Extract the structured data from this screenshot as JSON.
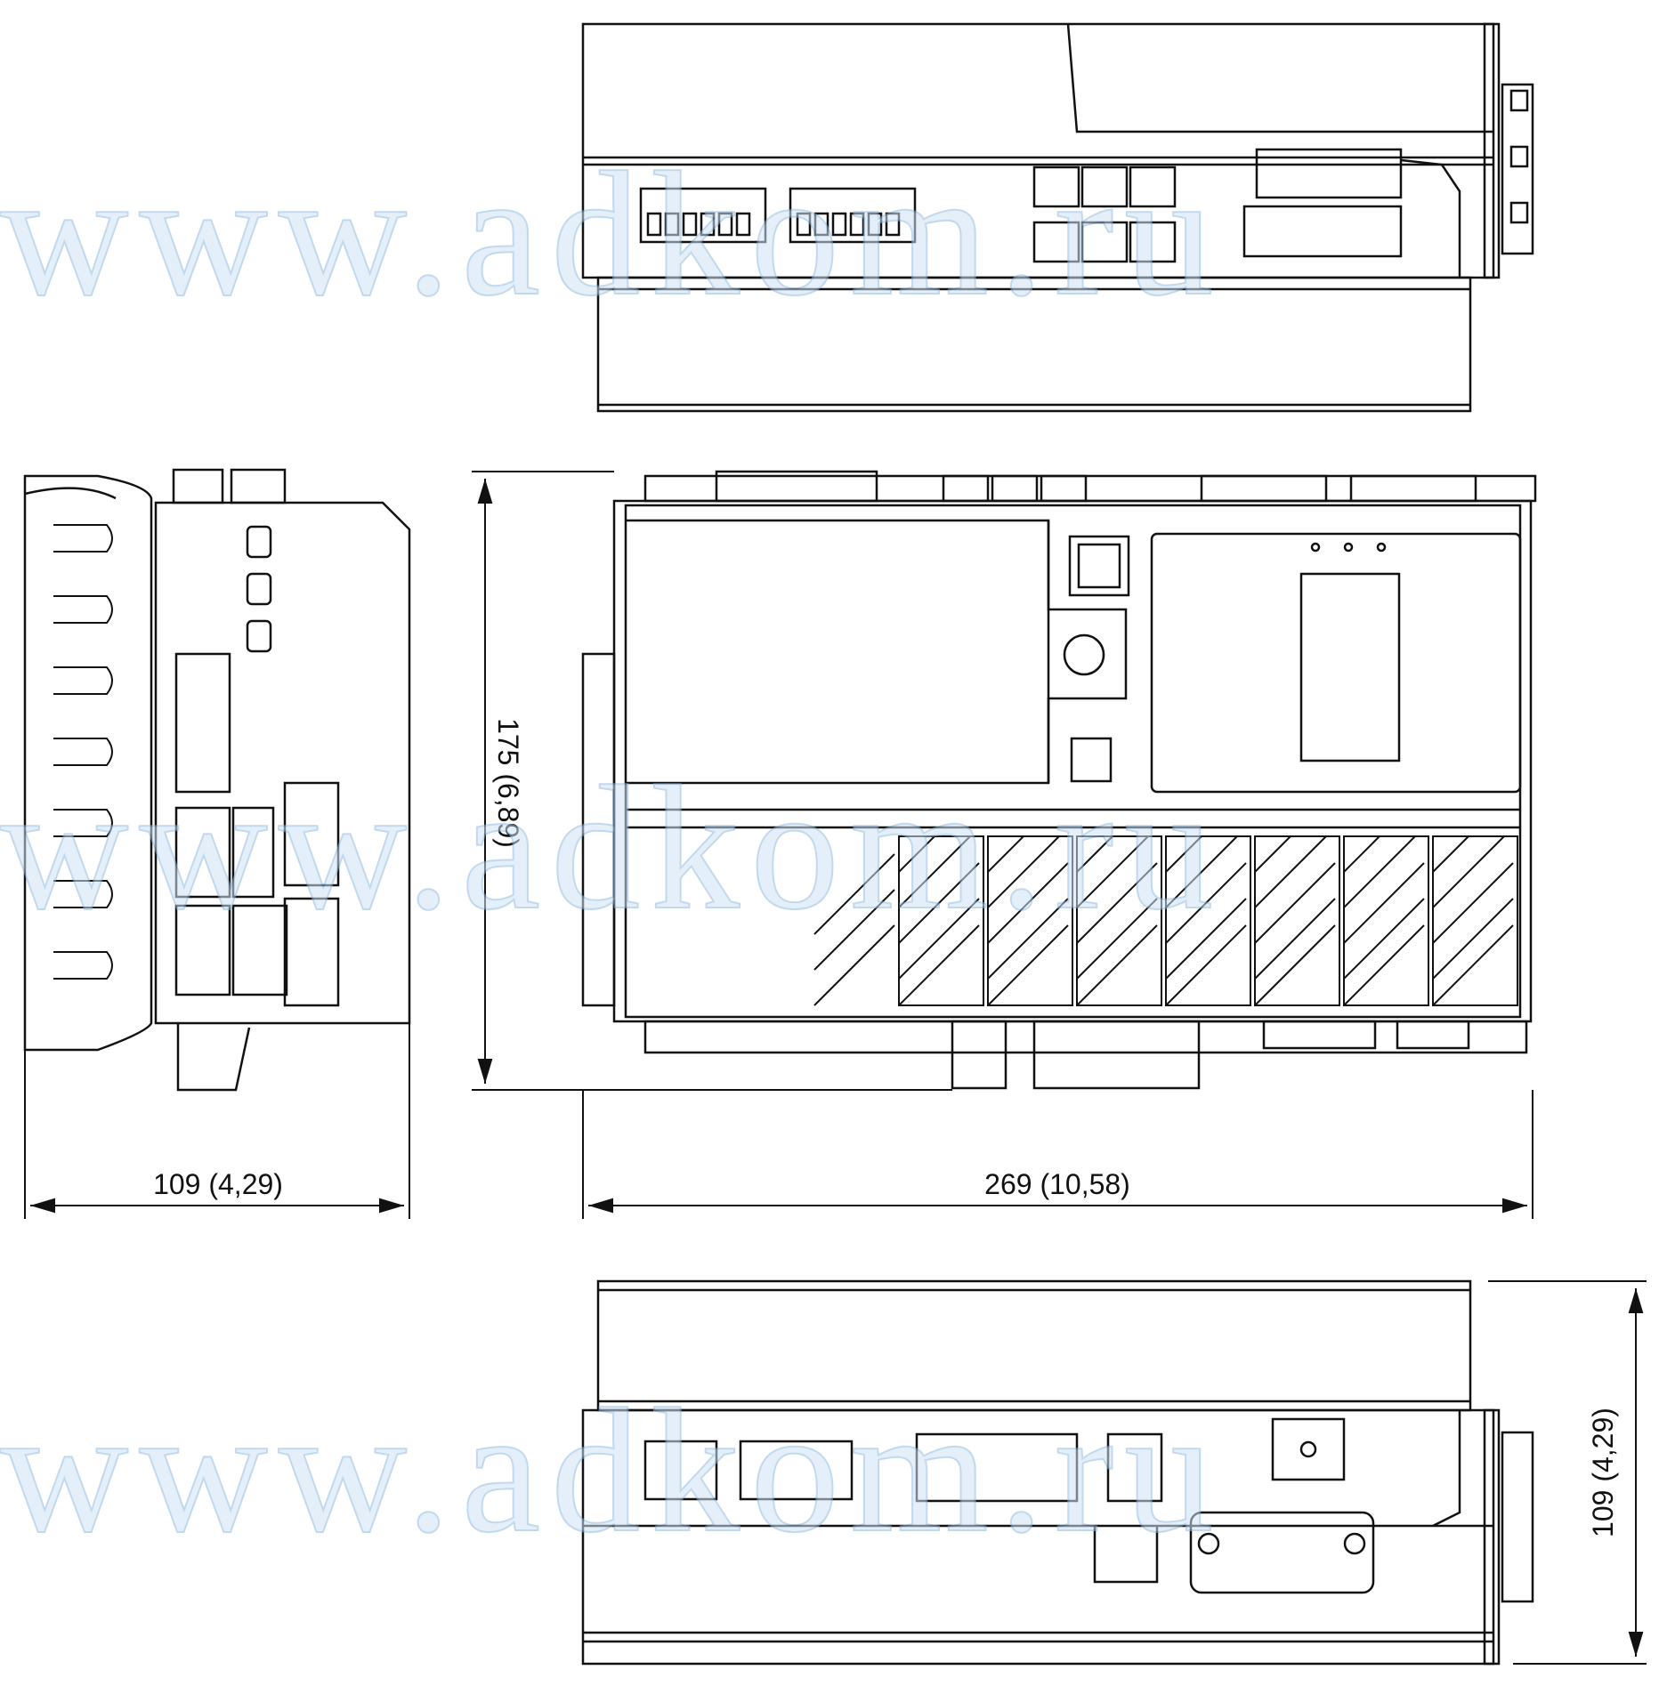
{
  "dimensions": {
    "depth_left": "109  (4,29)",
    "height": "175  (6,89)",
    "width": "269  (10,58)",
    "depth_bottom": "109  (4,29)"
  },
  "watermark": "www.adkom.ru",
  "colors": {
    "line": "#111111",
    "watermark_fill": "#cfe3f5",
    "watermark_stroke": "#8fb9e0"
  }
}
